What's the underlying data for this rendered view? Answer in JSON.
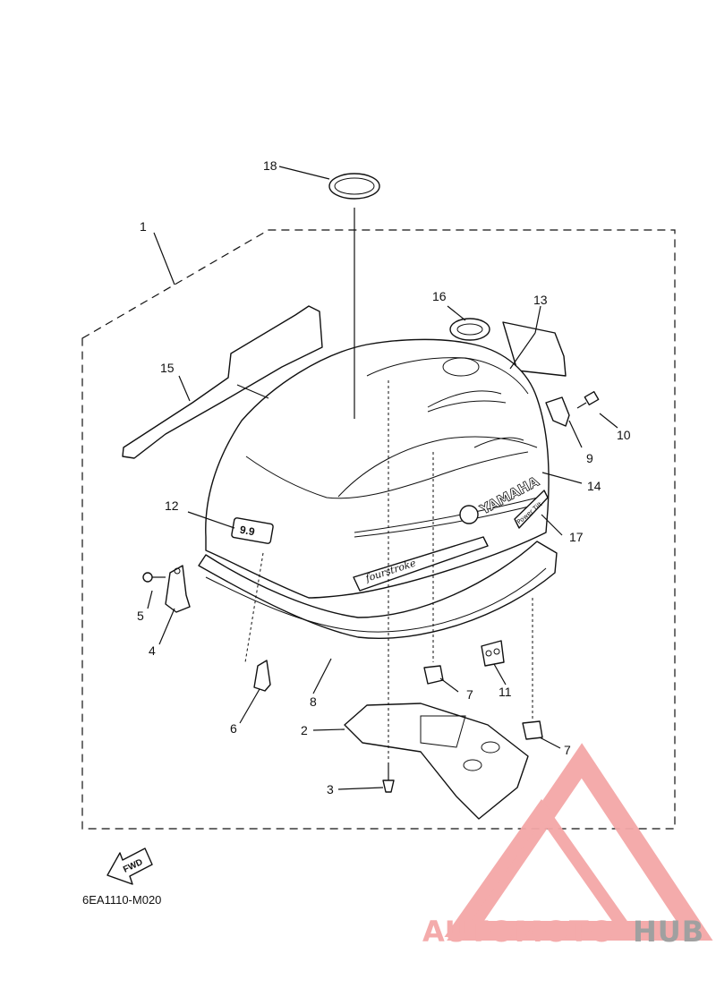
{
  "callouts": [
    "1",
    "2",
    "3",
    "4",
    "5",
    "6",
    "7",
    "7",
    "8",
    "9",
    "10",
    "11",
    "12",
    "13",
    "14",
    "15",
    "16",
    "17",
    "18"
  ],
  "diagram_code": "6EA1110-M020",
  "fwd_label": "FWD",
  "cowl_badges": {
    "brand": "YAMAHA",
    "script": "fourstroke",
    "power_tilt": "Power Tilt",
    "model": "9.9"
  },
  "watermark": {
    "part1": "AUTOMOTO",
    "part2": "HUB",
    "color_primary": "#f4a7a7",
    "color_secondary": "#9b9b9b"
  }
}
